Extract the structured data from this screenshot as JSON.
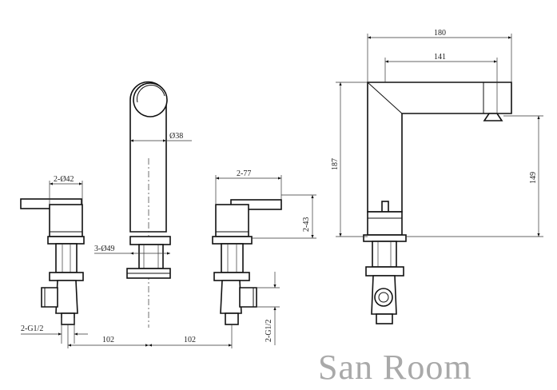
{
  "dimensions": {
    "handle_dia": "2-Ø42",
    "spout_dia": "Ø38",
    "body_dia": "3-Ø49",
    "handle_len": "2-77",
    "handle_height": "2-43",
    "thread_left": "2-G1/2",
    "thread_right": "2-G1/2",
    "spacing_left": "102",
    "spacing_right": "102",
    "reach_total": "180",
    "reach_spout": "141",
    "height_total": "187",
    "height_outlet": "149"
  },
  "brand": {
    "watermark": "San Room"
  }
}
